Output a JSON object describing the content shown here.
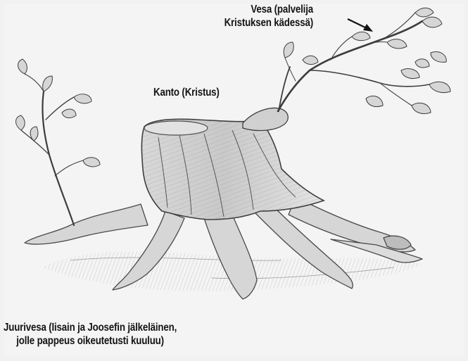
{
  "labels": {
    "vesa": {
      "line1": "Vesa (palvelija",
      "line2": "Kristuksen kädessä)"
    },
    "kanto": "Kanto (Kristus)",
    "juurivesa": {
      "line1": "Juurivesa (Iisain ja Joosefin jälkeläinen,",
      "line2": "jolle pappeus oikeutetusti kuuluu)"
    }
  },
  "colors": {
    "background": "#f1f1f1",
    "ink": "#141414",
    "sketch": "#5a5a5a"
  },
  "icons": {
    "arrow": "arrow-pointing-to-shoot",
    "stump": "tree-stump-sketch"
  }
}
